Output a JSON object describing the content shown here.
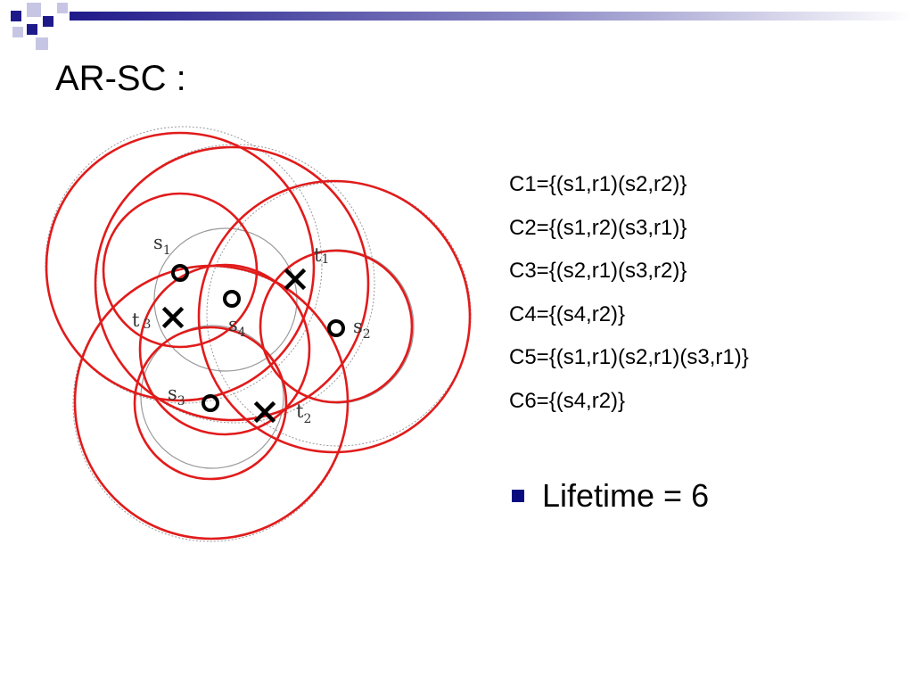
{
  "slide": {
    "title": "AR-SC :",
    "colors": {
      "accent": "#1f1a8a",
      "circle": "#e11b1b",
      "bullet": "#0b0b80"
    }
  },
  "diagram": {
    "sensors": [
      {
        "name": "s",
        "sub": "1"
      },
      {
        "name": "s",
        "sub": "2"
      },
      {
        "name": "s",
        "sub": "3"
      },
      {
        "name": "s",
        "sub": "4"
      }
    ],
    "targets": [
      {
        "name": "t",
        "sub": "1"
      },
      {
        "name": "t",
        "sub": "2"
      },
      {
        "name": "t",
        "sub": "3"
      }
    ]
  },
  "cover_sets": [
    "C1={(s1,r1)(s2,r2)}",
    "C2={(s1,r2)(s3,r1)}",
    "C3={(s2,r1)(s3,r2)}",
    "C4={(s4,r2)}",
    "C5={(s1,r1)(s2,r1)(s3,r1)}",
    "C6={(s4,r2)}"
  ],
  "bullet": {
    "text": "Lifetime = 6"
  }
}
